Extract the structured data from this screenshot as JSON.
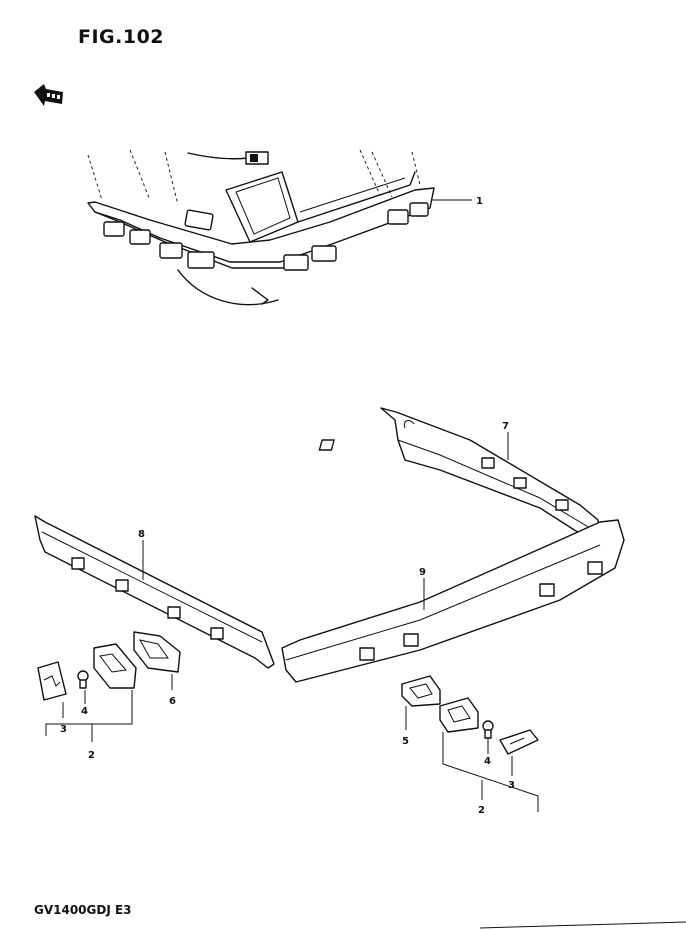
{
  "figure": {
    "title": "FIG.102",
    "model_code": "GV1400GDJ  E3"
  },
  "callouts": {
    "c1": "1",
    "c7": "7",
    "c8": "8",
    "c9": "9",
    "c3_left": "3",
    "c4_left": "4",
    "c6": "6",
    "c2_left": "2",
    "c5": "5",
    "c4_right": "4",
    "c3_right": "3",
    "c2_right": "2"
  },
  "icons": {
    "front_arrow": "front-direction-arrow-icon"
  }
}
